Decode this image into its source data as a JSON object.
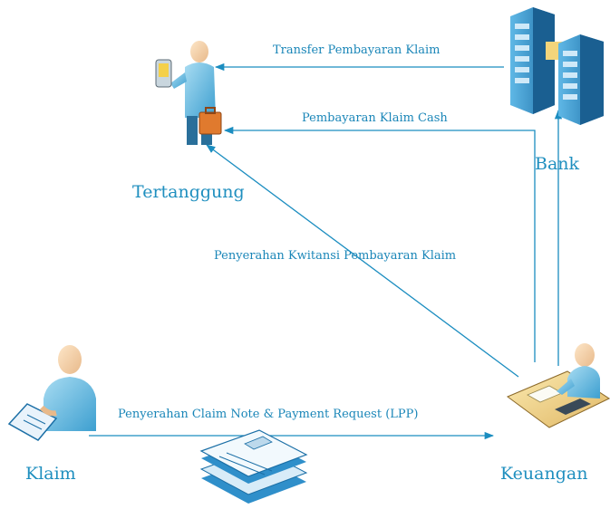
{
  "actors": {
    "tertanggung": "Tertanggung",
    "bank": "Bank",
    "klaim": "Klaim",
    "keuangan": "Keuangan"
  },
  "flows": {
    "transfer": "Transfer Pembayaran Klaim",
    "cash": "Pembayaran Klaim Cash",
    "kwitansi": "Penyerahan Kwitansi Pembayaran Klaim",
    "claim_note": "Penyerahan Claim Note & Payment Request (LPP)"
  },
  "colors": {
    "line": "#1b8dc0",
    "text": "#1f8fbf"
  },
  "icons": [
    "person-with-briefcase-icon",
    "server-rack-icon",
    "person-with-document-icon",
    "person-at-desk-icon",
    "documents-stack-icon"
  ]
}
